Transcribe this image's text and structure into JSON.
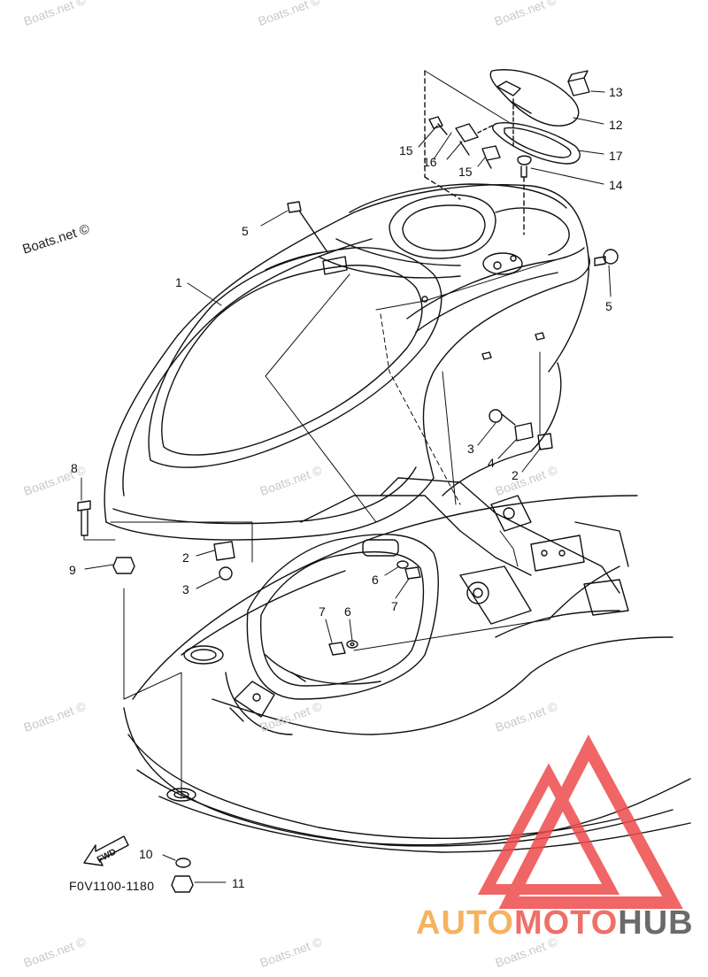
{
  "diagram": {
    "code": "F0V1100-1180",
    "fwd_label": "FWD",
    "callouts": [
      {
        "id": "c13",
        "label": "13"
      },
      {
        "id": "c12",
        "label": "12"
      },
      {
        "id": "c17",
        "label": "17"
      },
      {
        "id": "c14",
        "label": "14"
      },
      {
        "id": "c15a",
        "label": "15"
      },
      {
        "id": "c16",
        "label": "16"
      },
      {
        "id": "c15b",
        "label": "15"
      },
      {
        "id": "c5a",
        "label": "5"
      },
      {
        "id": "c5b",
        "label": "5"
      },
      {
        "id": "c1",
        "label": "1"
      },
      {
        "id": "c3a",
        "label": "3"
      },
      {
        "id": "c4",
        "label": "4"
      },
      {
        "id": "c2a",
        "label": "2"
      },
      {
        "id": "c8",
        "label": "8"
      },
      {
        "id": "c9",
        "label": "9"
      },
      {
        "id": "c2b",
        "label": "2"
      },
      {
        "id": "c3b",
        "label": "3"
      },
      {
        "id": "c6a",
        "label": "6"
      },
      {
        "id": "c7a",
        "label": "7"
      },
      {
        "id": "c7b",
        "label": "7"
      },
      {
        "id": "c6b",
        "label": "6"
      },
      {
        "id": "c10",
        "label": "10"
      },
      {
        "id": "c11",
        "label": "11"
      }
    ]
  },
  "watermark": {
    "text": "Boats.net ©",
    "color": "#c9c9c9"
  },
  "brand": {
    "part1": "AUTO",
    "part2": "MOTO",
    "part3": "HUB",
    "color_auto": "#f5b25e",
    "color_moto": "#ef6f68",
    "color_hub": "#6b6b6b",
    "triangle_color": "#ee4b4b"
  }
}
